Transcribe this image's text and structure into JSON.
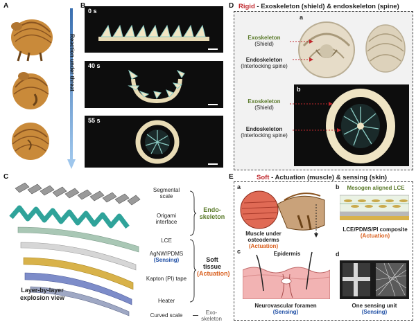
{
  "panel_labels": {
    "a": "A",
    "b": "B",
    "c": "C",
    "d": "D",
    "e": "E"
  },
  "panel_a": {
    "arrow_label": "Reaction under threat"
  },
  "panel_b": {
    "times": [
      "0 s",
      "40 s",
      "55 s"
    ]
  },
  "panel_c": {
    "layers": {
      "segmental_scale": [
        "Segmental",
        "scale"
      ],
      "origami_interface": [
        "Origami",
        "interface"
      ],
      "lce": "LCE",
      "agnw": "AgNW/PDMS",
      "agnw_role": "(Sensing)",
      "kapton": "Kapton (PI) tape",
      "heater": "Heater",
      "curved_scale": "Curved scale"
    },
    "groups": {
      "endo": [
        "Endo-",
        "skeleton"
      ],
      "soft": [
        "Soft",
        "tissue"
      ],
      "soft_role": "(Actuation)",
      "exo": [
        "Exo-",
        "skeleton"
      ]
    },
    "caption": [
      "Layer-by-layer",
      "explosion view"
    ]
  },
  "panel_d": {
    "title_red": "Rigid",
    "title_rest": " - Exoskeleton (shield) & endoskeleton (spine)",
    "sub_a": "a",
    "sub_b": "b",
    "exo_label": "Exoskeleton",
    "exo_sub": "(Shield)",
    "endo_label": "Endoskeleton",
    "endo_sub": "(Interlocking spine)"
  },
  "panel_e": {
    "title_red": "Soft",
    "title_rest": " - Actuation (muscle) & sensing (skin)",
    "sub_a": "a",
    "sub_b": "b",
    "sub_c": "c",
    "sub_d": "d",
    "muscle": [
      "Muscle under",
      "osteoderms"
    ],
    "muscle_role": "(Actuation)",
    "mesogen": "Mesogen aligned LCE",
    "composite": "LCE/PDMS/PI composite",
    "composite_role": "(Actuation)",
    "epidermis": "Epidermis",
    "foramen": "Neurovascular foramen",
    "foramen_role": "(Sensing)",
    "sensing_unit": "One sensing unit",
    "sensing_role": "(Sensing)"
  },
  "colors": {
    "armadillo": "#c98a3a",
    "dark_armadillo": "#8a5420",
    "teal": "#2fa39a",
    "lce": "#a9c7b5",
    "agnw": "#c9c9c9",
    "kapton": "#d8b24a",
    "heater": "#7d8cc9",
    "muscle": "#e06a55",
    "skin": "#f2b3b3",
    "accent_red": "#c0282d",
    "accent_orange": "#d9601f",
    "accent_blue": "#1f4fa5",
    "accent_green": "#5a7a2a"
  }
}
